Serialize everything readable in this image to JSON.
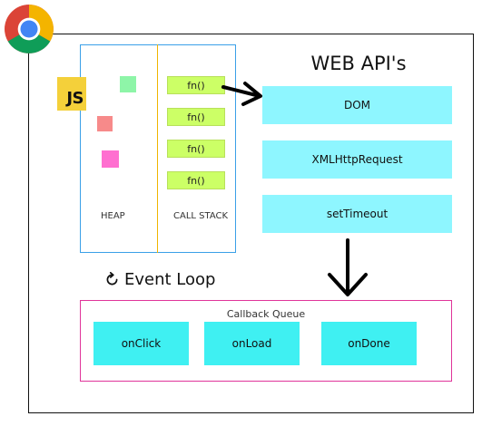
{
  "engine": {
    "js_logo": "JS",
    "heap_label": "HEAP",
    "call_stack_label": "CALL STACK",
    "call_stack_frames": [
      "fn()",
      "fn()",
      "fn()",
      "fn()"
    ],
    "heap_object_colors": [
      "#8ef5a8",
      "#f78a8a",
      "#ff6fd0"
    ]
  },
  "web_apis": {
    "title": "WEB API's",
    "items": [
      "DOM",
      "XMLHttpRequest",
      "setTimeout"
    ]
  },
  "event_loop": {
    "label": "Event Loop"
  },
  "callback_queue": {
    "title": "Callback Queue",
    "items": [
      "onClick",
      "onLoad",
      "onDone"
    ]
  },
  "colors": {
    "engine_border": "#3aa0e8",
    "divider": "#f0b400",
    "stack_frame": "#ccff66",
    "web_api_box": "#8ef6ff",
    "queue_border": "#e0349a",
    "callback_box": "#3ff0f2"
  }
}
